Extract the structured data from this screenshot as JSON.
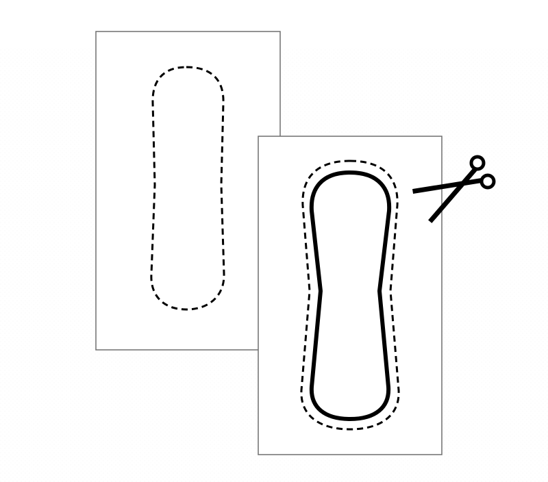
{
  "diagram": {
    "steps": [
      {
        "id": "trace",
        "paper": "sheet",
        "outline": "dashed"
      },
      {
        "id": "cut",
        "paper": "sheet",
        "outline": "solid-with-dashed-seam-allowance"
      }
    ],
    "icons": [
      "scissors-icon"
    ],
    "colors": {
      "ink": "#000000",
      "paper_edge": "#6e6e6e",
      "background": "#ffffff"
    }
  }
}
